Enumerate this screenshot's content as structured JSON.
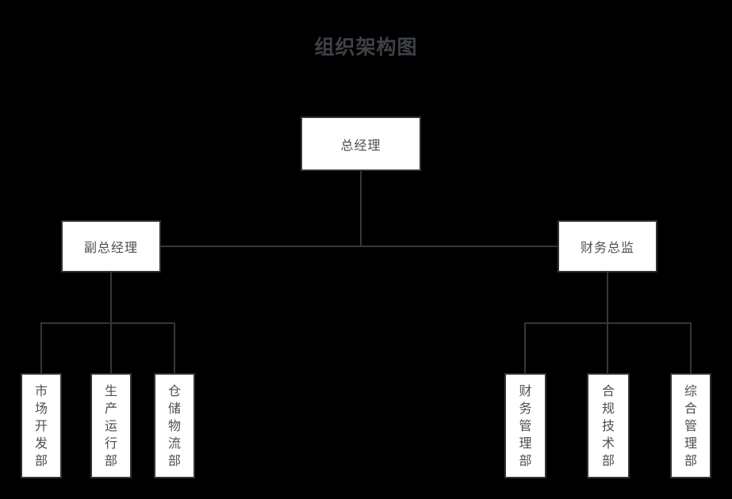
{
  "title": "组织架构图",
  "colors": {
    "background": "#000000",
    "box_fill": "#ffffff",
    "box_border": "#2d323c",
    "line": "#33363b",
    "text": "#4b4f55",
    "title_text": "#3e4248"
  },
  "org": {
    "root": {
      "label": "总经理"
    },
    "managers": [
      {
        "label": "副总经理"
      },
      {
        "label": "财务总监"
      }
    ],
    "departments_left": [
      {
        "label": "市场开发部"
      },
      {
        "label": "生产运行部"
      },
      {
        "label": "仓储物流部"
      }
    ],
    "departments_right": [
      {
        "label": "财务管理部"
      },
      {
        "label": "合规技术部"
      },
      {
        "label": "综合管理部"
      }
    ]
  }
}
